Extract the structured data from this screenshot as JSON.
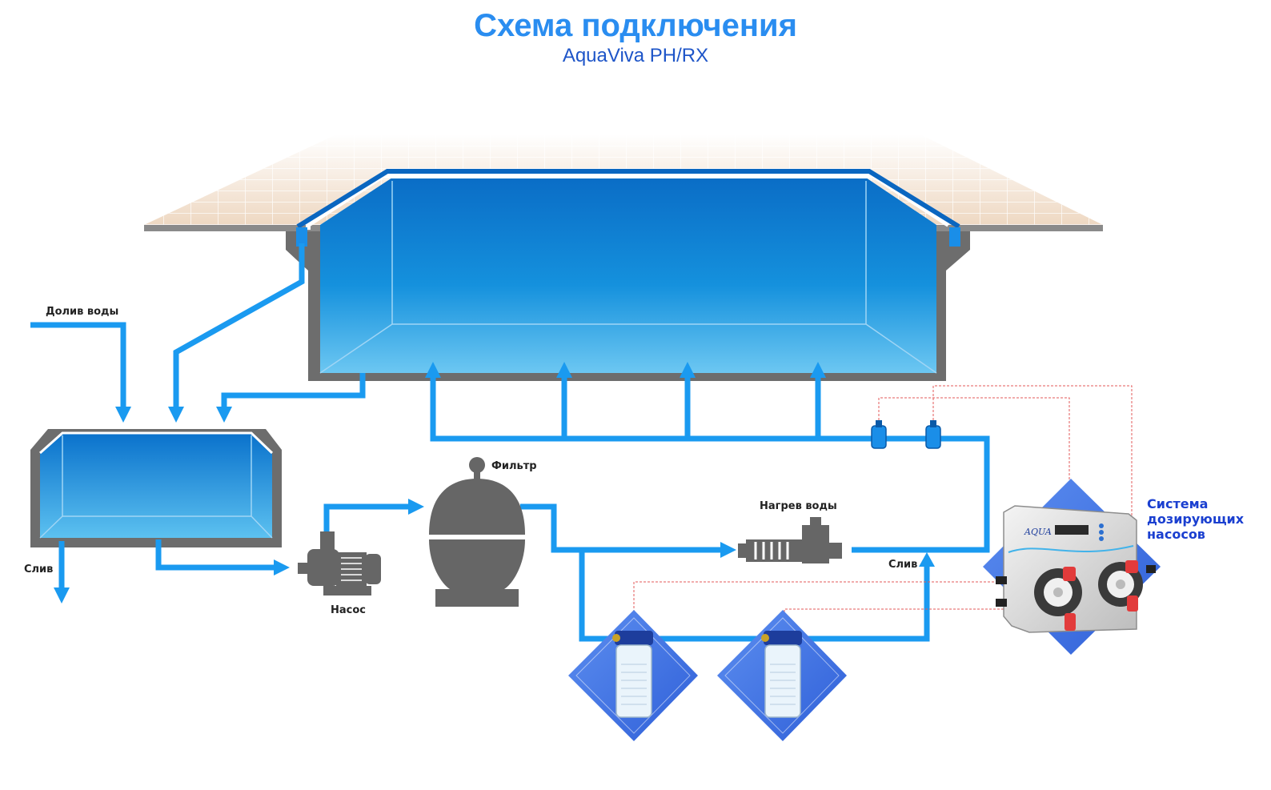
{
  "header": {
    "title": "Схема подключения",
    "subtitle": "AquaViva PH/RX"
  },
  "labels": {
    "water_refill": "Долив воды",
    "drain_left": "Слив",
    "pump": "Насос",
    "filter": "Фильтр",
    "water_heating": "Нагрев воды",
    "drain_right": "Слив",
    "dosing_system": [
      "Система",
      "дозирующих",
      "насосов"
    ]
  },
  "device": {
    "logo_text": "AQUA"
  },
  "colors": {
    "pipe": "#1a9af0",
    "pool_frame": "#6b6b6b",
    "accent_title": "#2a8df0",
    "subtitle": "#1e55c8",
    "signal_line": "#e35a5a",
    "diamond": "#3a6de0"
  }
}
